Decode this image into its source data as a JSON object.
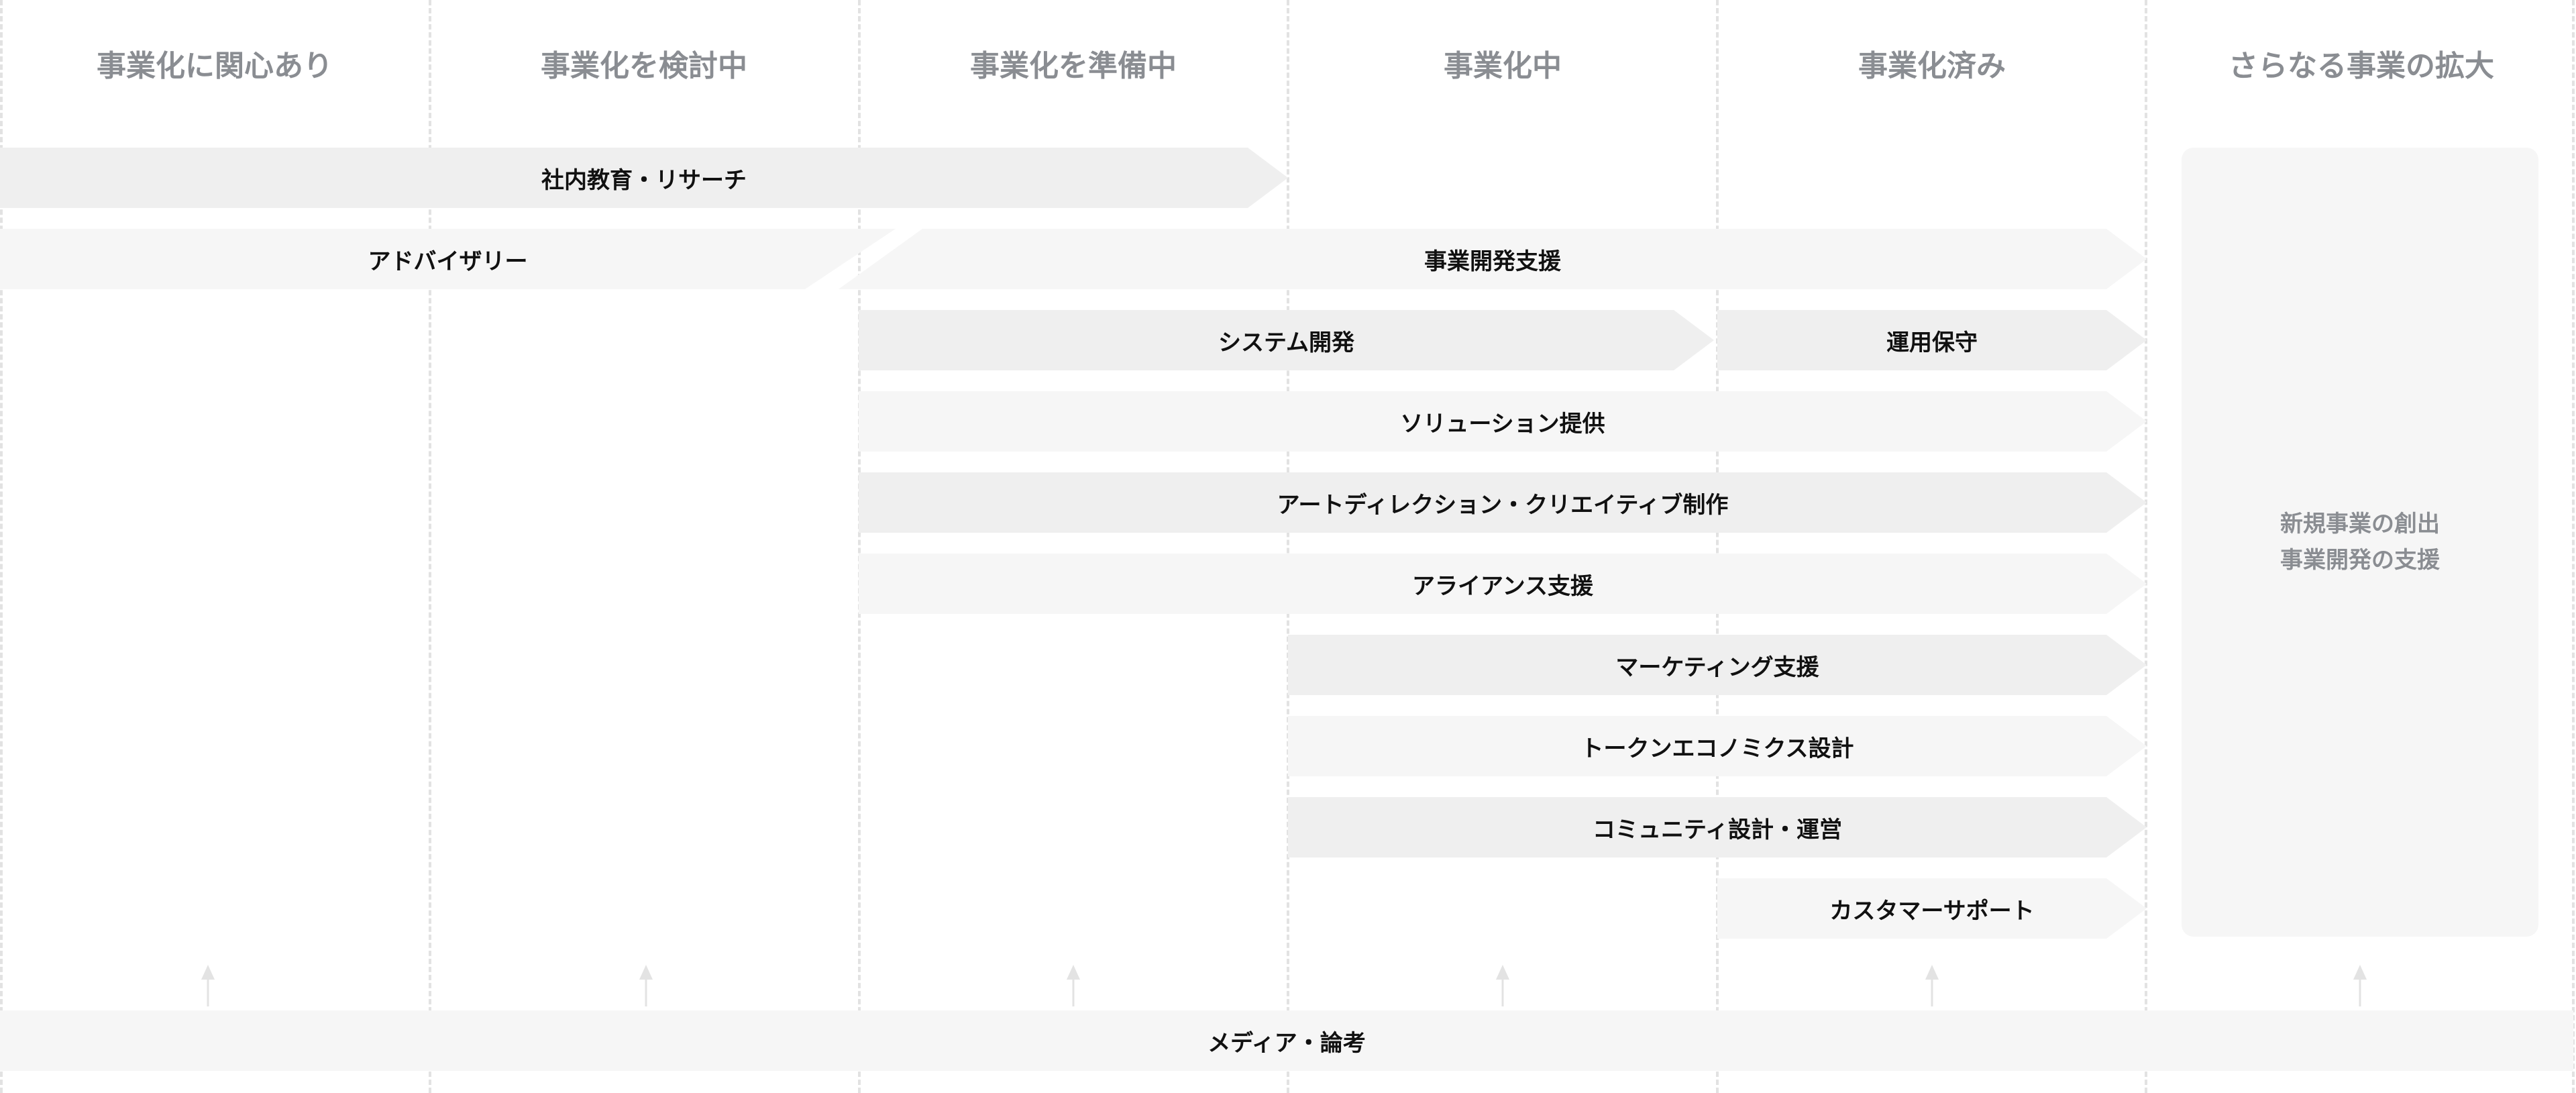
{
  "stages": [
    "事業化に関心あり",
    "事業化を検討中",
    "事業化を準備中",
    "事業化中",
    "事業化済み",
    "さらなる事業の拡大"
  ],
  "services": {
    "research": "社内教育・リサーチ",
    "advisory": "アドバイザリー",
    "bizdev": "事業開発支援",
    "system": "システム開発",
    "maintenance": "運用保守",
    "solution": "ソリューション提供",
    "art": "アートディレクション・クリエイティブ制作",
    "alliance": "アライアンス支援",
    "marketing": "マーケティング支援",
    "token": "トークンエコノミクス設計",
    "community": "コミュニティ設計・運営",
    "support": "カスタマーサポート"
  },
  "expansion": {
    "line1": "新規事業の創出",
    "line2": "事業開発の支援"
  },
  "foundation": "メディア・論考",
  "colors": {
    "bar_dark": "#efefef",
    "bar_light": "#f6f6f6",
    "header_text": "#8a8d92",
    "divider": "#e2e2e2"
  }
}
